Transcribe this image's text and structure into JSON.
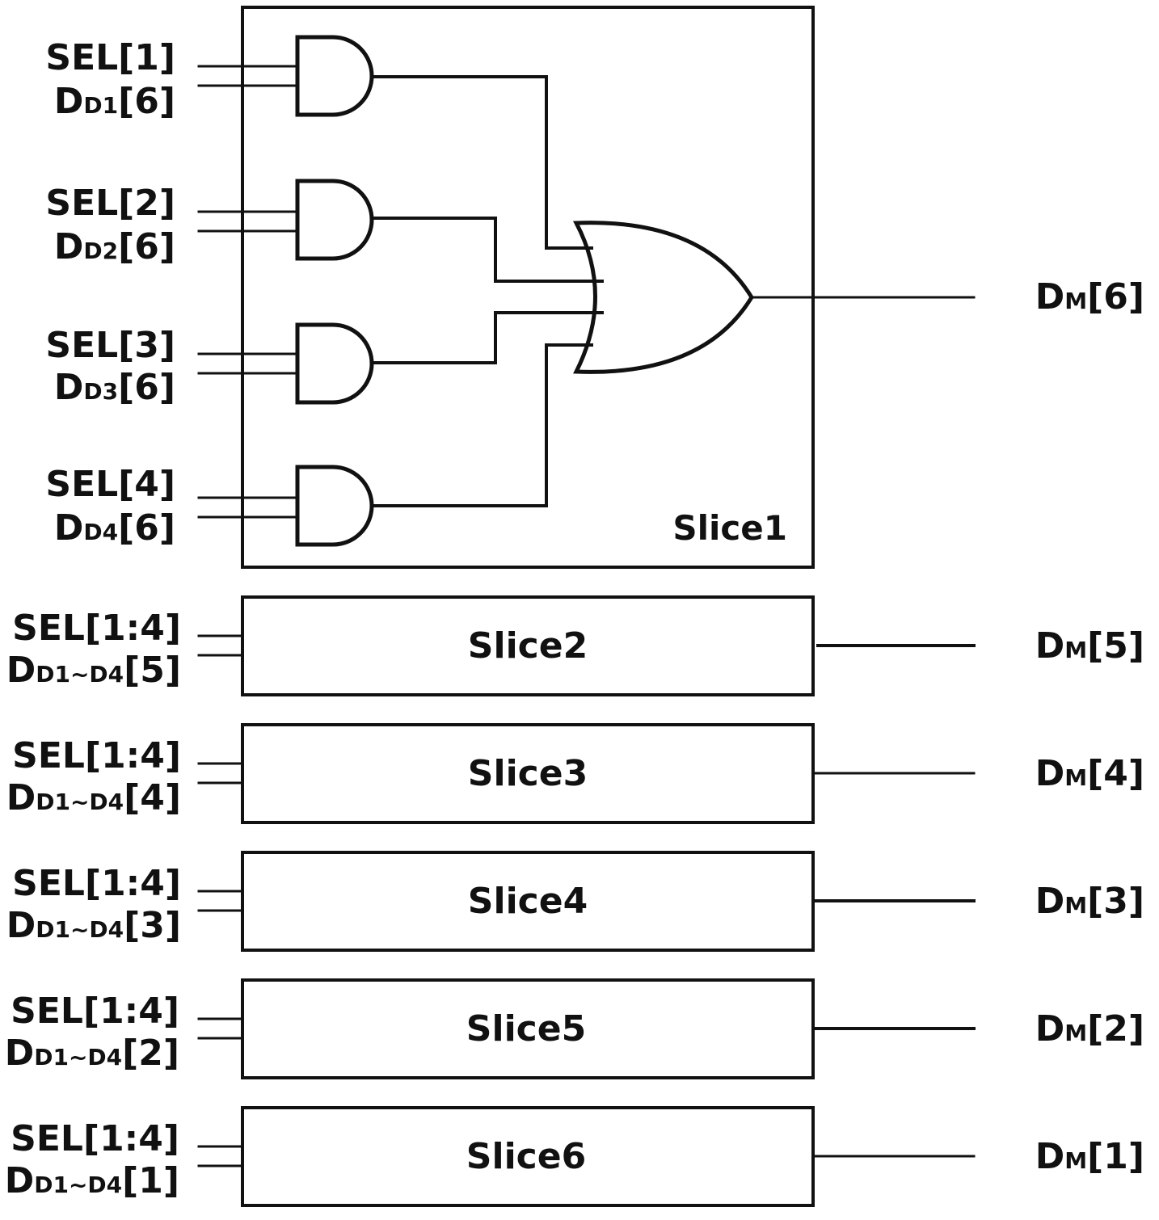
{
  "slice1": {
    "label": "Slice1",
    "inputs": [
      {
        "sel": "SEL[1]",
        "d_main": "D",
        "d_sub": "D1",
        "d_index": "[6]"
      },
      {
        "sel": "SEL[2]",
        "d_main": "D",
        "d_sub": "D2",
        "d_index": "[6]"
      },
      {
        "sel": "SEL[3]",
        "d_main": "D",
        "d_sub": "D3",
        "d_index": "[6]"
      },
      {
        "sel": "SEL[4]",
        "d_main": "D",
        "d_sub": "D4",
        "d_index": "[6]"
      }
    ],
    "output": {
      "main": "D",
      "sub": "M",
      "index": "[6]"
    }
  },
  "slices": [
    {
      "label": "Slice2",
      "sel": "SEL[1:4]",
      "d_main": "D",
      "d_sub": "D1~D4",
      "d_index": "[5]",
      "out_main": "D",
      "out_sub": "M",
      "out_index": "[5]"
    },
    {
      "label": "Slice3",
      "sel": "SEL[1:4]",
      "d_main": "D",
      "d_sub": "D1~D4",
      "d_index": "[4]",
      "out_main": "D",
      "out_sub": "M",
      "out_index": "[4]"
    },
    {
      "label": "Slice4",
      "sel": "SEL[1:4]",
      "d_main": "D",
      "d_sub": "D1~D4",
      "d_index": "[3]",
      "out_main": "D",
      "out_sub": "M",
      "out_index": "[3]"
    },
    {
      "label": "Slice5",
      "sel": "SEL[1:4]",
      "d_main": "D",
      "d_sub": "D1~D4",
      "d_index": "[2]",
      "out_main": "D",
      "out_sub": "M",
      "out_index": "[2]"
    },
    {
      "label": "Slice6",
      "sel": "SEL[1:4]",
      "d_main": "D",
      "d_sub": "D1~D4",
      "d_index": "[1]",
      "out_main": "D",
      "out_sub": "M",
      "out_index": "[1]"
    }
  ]
}
